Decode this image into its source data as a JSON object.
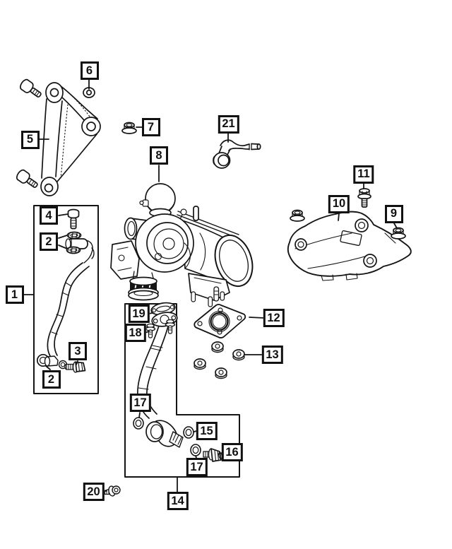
{
  "diagram": {
    "description": "Exploded parts diagram of a turbocharger and related components (line art)",
    "colors": {
      "background": "#ffffff",
      "line": "#141414",
      "clamp_fill": "#161616"
    }
  },
  "callouts": [
    {
      "label": "6",
      "points_to": "flange-nut"
    },
    {
      "label": "5",
      "points_to": "support-bracket"
    },
    {
      "label": "7",
      "points_to": "hex-nut"
    },
    {
      "label": "8",
      "points_to": "turbocharger"
    },
    {
      "label": "21",
      "points_to": "hose-elbow"
    },
    {
      "label": "11",
      "points_to": "hex-bolt"
    },
    {
      "label": "10",
      "points_to": "heat-shield"
    },
    {
      "label": "9",
      "points_to": "hex-nut"
    },
    {
      "label": "4",
      "points_to": "bolt"
    },
    {
      "label": "2",
      "points_to": "sealing-washers"
    },
    {
      "label": "1",
      "points_to": "oil-supply-line-assembly"
    },
    {
      "label": "12",
      "points_to": "gasket"
    },
    {
      "label": "13",
      "points_to": "flange-nuts"
    },
    {
      "label": "19",
      "points_to": "gasket"
    },
    {
      "label": "18",
      "points_to": "bolts"
    },
    {
      "label": "3",
      "points_to": "bolt"
    },
    {
      "label": "2",
      "points_to": "sealing-washer"
    },
    {
      "label": "17",
      "points_to": "o-ring"
    },
    {
      "label": "15",
      "points_to": "o-ring"
    },
    {
      "label": "16",
      "points_to": "bolt"
    },
    {
      "label": "17",
      "points_to": "o-ring"
    },
    {
      "label": "20",
      "points_to": "screw"
    },
    {
      "label": "14",
      "points_to": "oil-drain-tube-assembly"
    }
  ]
}
